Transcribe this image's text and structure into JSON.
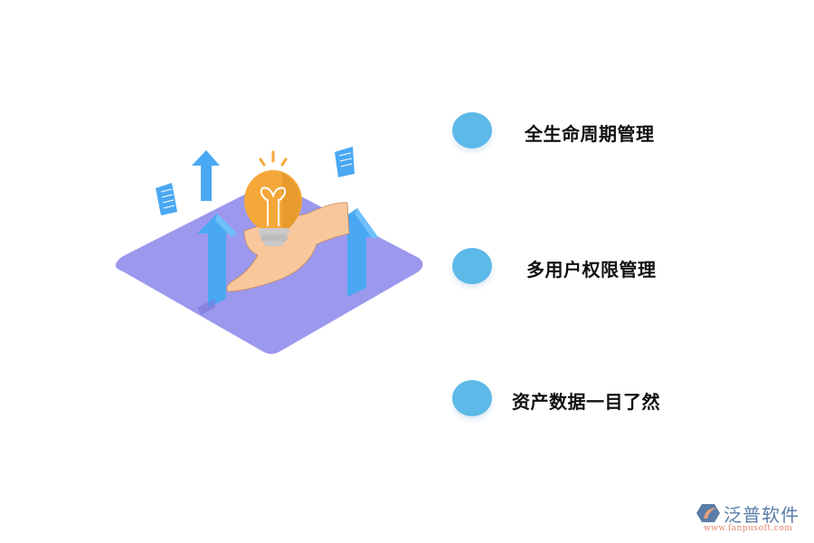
{
  "features": [
    {
      "label": "全生命周期管理",
      "icon": "blue-dot-icon"
    },
    {
      "label": "多用户权限管理",
      "icon": "blue-dot-icon"
    },
    {
      "label": "资产数据一目了然",
      "icon": "blue-dot-icon"
    }
  ],
  "illustration": {
    "description": "isometric purple platform with hand holding light bulb and blue upward arrows"
  },
  "logo": {
    "name": "泛普软件",
    "url": "www.fanpusoft.com"
  },
  "colors": {
    "dot": "#5db9e7",
    "platform": "#9b98ee",
    "arrow": "#4aa8f2",
    "bulb": "#f5a83a",
    "hand": "#f8c79c",
    "logo_blue": "#5a7da8",
    "logo_orange": "#e0876a"
  }
}
